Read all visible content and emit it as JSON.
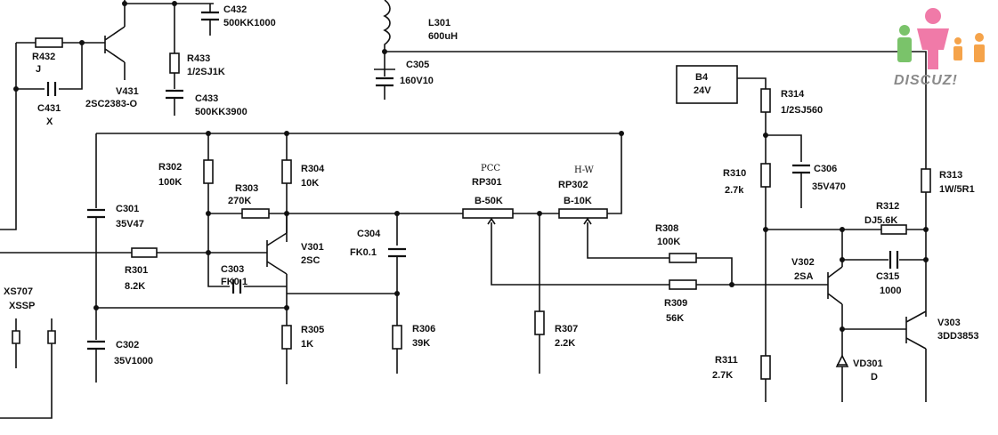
{
  "labels": {
    "r432": {
      "ref": "R432",
      "val": "J"
    },
    "c431": {
      "ref": "C431",
      "val": "X"
    },
    "v431": {
      "ref": "V431",
      "val": "2SC2383-O"
    },
    "c432": {
      "ref": "C432",
      "val": "500KK1000"
    },
    "r433": {
      "ref": "R433",
      "val": "1/2SJ1K"
    },
    "c433": {
      "ref": "C433",
      "val": "500KK3900"
    },
    "l301": {
      "ref": "L301",
      "val": "600uH"
    },
    "c305": {
      "ref": "C305",
      "val": "160V10"
    },
    "b4": {
      "ref": "B4",
      "val": "24V"
    },
    "r314": {
      "ref": "R314",
      "val": "1/2SJ560"
    },
    "r302": {
      "ref": "R302",
      "val": "100K"
    },
    "r304": {
      "ref": "R304",
      "val": "10K"
    },
    "r303": {
      "ref": "R303",
      "val": "270K"
    },
    "c301": {
      "ref": "C301",
      "val": "35V47"
    },
    "v301": {
      "ref": "V301",
      "val": "2SC"
    },
    "c304": {
      "ref": "C304",
      "val": "FK0.1"
    },
    "rp301": {
      "tag": "PCC",
      "ref": "RP301",
      "val": "B-50K"
    },
    "rp302": {
      "tag": "H-W",
      "ref": "RP302",
      "val": "B-10K"
    },
    "r310": {
      "ref": "R310",
      "val": "2.7k"
    },
    "c306": {
      "ref": "C306",
      "val": "35V470"
    },
    "r313": {
      "ref": "R313",
      "val": "1W/5R1"
    },
    "r312": {
      "ref": "R312",
      "val": "DJ5.6K"
    },
    "r301": {
      "ref": "R301",
      "val": "8.2K"
    },
    "c303": {
      "ref": "C303",
      "val": "FK0.1"
    },
    "r308": {
      "ref": "R308",
      "val": "100K"
    },
    "v302": {
      "ref": "V302",
      "val": "2SA"
    },
    "c315": {
      "ref": "C315",
      "val": "1000"
    },
    "xs707": {
      "ref": "XS707",
      "val": "XSSP"
    },
    "r309": {
      "ref": "R309",
      "val": "56K"
    },
    "r305": {
      "ref": "R305",
      "val": "1K"
    },
    "r306": {
      "ref": "R306",
      "val": "39K"
    },
    "r307": {
      "ref": "R307",
      "val": "2.2K"
    },
    "v303": {
      "ref": "V303",
      "val": "3DD3853"
    },
    "c302": {
      "ref": "C302",
      "val": "35V1000"
    },
    "r311": {
      "ref": "R311",
      "val": "2.7K"
    },
    "vd301": {
      "ref": "VD301",
      "val": "D"
    }
  },
  "watermark": {
    "text": "DISCUZ!",
    "colors": [
      "#f07aa8",
      "#7ac36a",
      "#f5a34a"
    ]
  }
}
